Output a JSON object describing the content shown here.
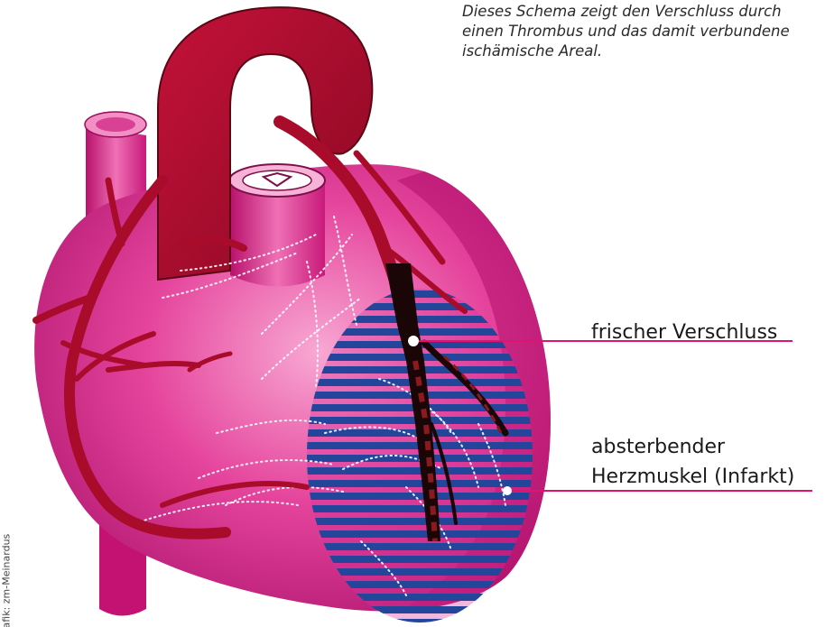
{
  "caption": {
    "line1": "Dieses Schema zeigt den Verschluss durch",
    "line2": "einen Thrombus und das damit verbundene",
    "line3": "ischämische Areal."
  },
  "labels": {
    "occlusion": "frischer Verschluss",
    "infarct_line1": "absterbender",
    "infarct_line2": "Herzmuskel (Infarkt)"
  },
  "credit": "Grafik: zm-Meinardus",
  "colors": {
    "myocardium": "#c6147a",
    "myocardium_light": "#ef6cb3",
    "artery": "#a80c2a",
    "artery_dark": "#5a0613",
    "infarct_stripe": "#1f4a9a",
    "thrombus": "#000000",
    "pointer_line": "#e0136f"
  }
}
